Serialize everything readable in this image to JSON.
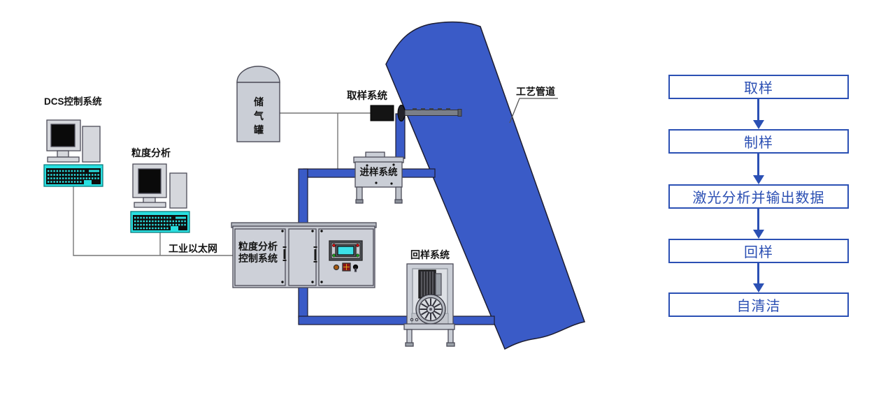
{
  "diagram": {
    "workstations": [
      {
        "label": "DCS控制系统"
      },
      {
        "label": "粒度分析"
      }
    ],
    "network_label": "工业以太网",
    "gas_tank_label": "储\n气\n罐",
    "sampling_label": "取样系统",
    "feeding_label": "进样系统",
    "cabinet_label": "粒度分析\n控制系统",
    "return_label": "回样系统",
    "pipeline_label": "工艺管道"
  },
  "flowchart": {
    "steps": [
      {
        "label": "取样"
      },
      {
        "label": "制样"
      },
      {
        "label": "激光分析并输出数据"
      },
      {
        "label": "回样"
      },
      {
        "label": "自清洁"
      }
    ]
  },
  "colors": {
    "pipe_blue": "#3a5bc7",
    "flowchart_blue": "#2b50b4",
    "keyboard_cyan": "#29dfe0",
    "screen_cyan": "#3ce0e8",
    "equipment_gray": "#caced6"
  }
}
